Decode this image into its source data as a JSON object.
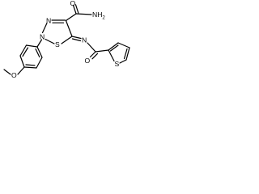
{
  "molecule": {
    "atom_labels": {
      "amide_nh2": "NH",
      "amide_nh2_sub": "2",
      "amide_o": "O",
      "ring_n3": "N",
      "ring_n2": "N",
      "ring_s1": "S",
      "imine_n": "N",
      "acyl_o": "O",
      "thiophene_s": "S",
      "methoxy_o": "O"
    },
    "colors": {
      "line": "#000000",
      "background": "#ffffff"
    }
  }
}
